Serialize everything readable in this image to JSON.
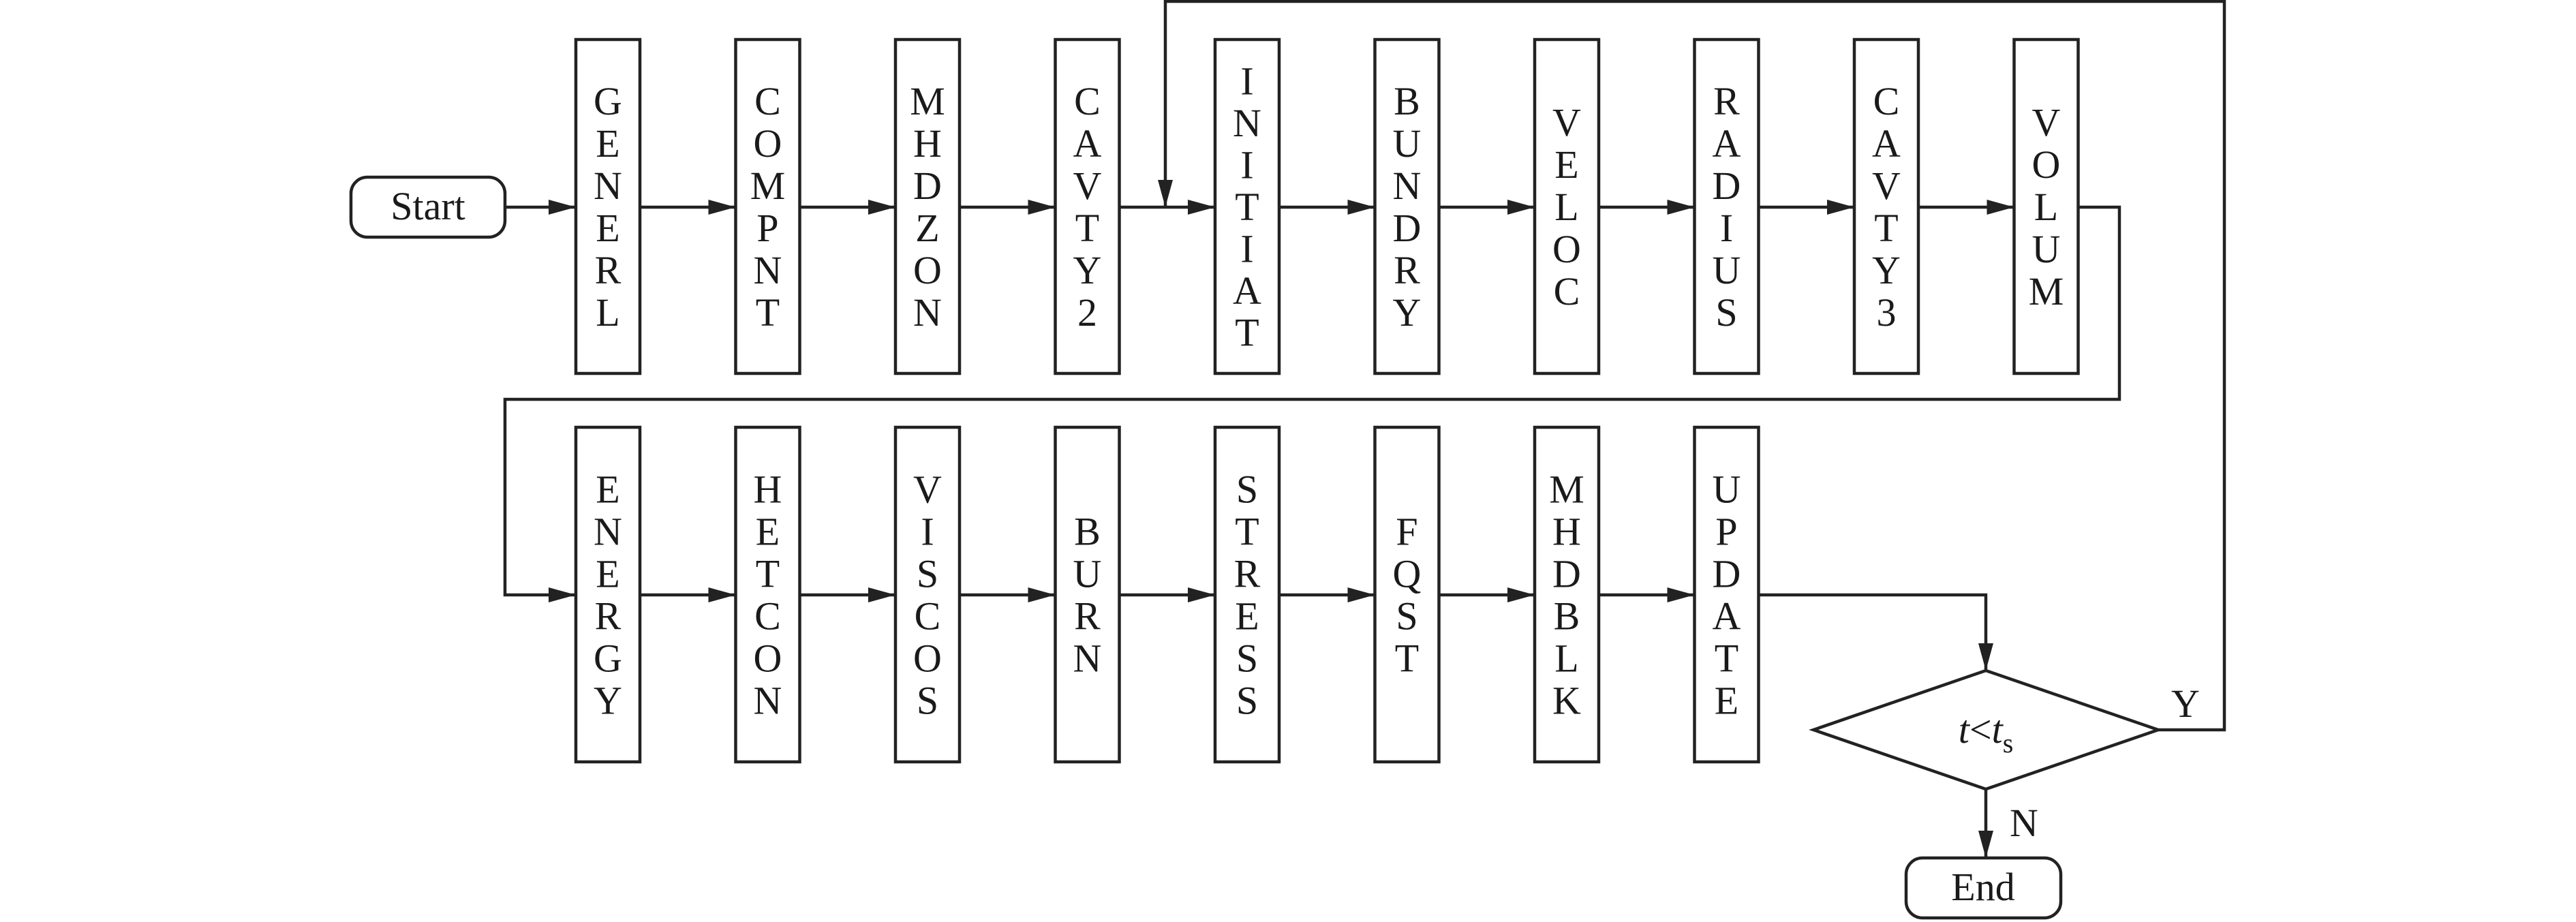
{
  "start_label": "Start",
  "end_label": "End",
  "row1": [
    "GENERL",
    "COMPNT",
    "MHDZON",
    "CAVTY2",
    "INITIAT",
    "BUNDRY",
    "VELOC",
    "RADIUS",
    "CAVTY3",
    "VOLUM"
  ],
  "row2": [
    "ENERGY",
    "HETCON",
    "VISCOS",
    "BURN",
    "STRESS",
    "FQST",
    "MHDBLK",
    "UPDATE"
  ],
  "decision": {
    "var": "t",
    "op": "<",
    "limit": "t",
    "sub": "s"
  },
  "yes_label": "Y",
  "no_label": "N"
}
